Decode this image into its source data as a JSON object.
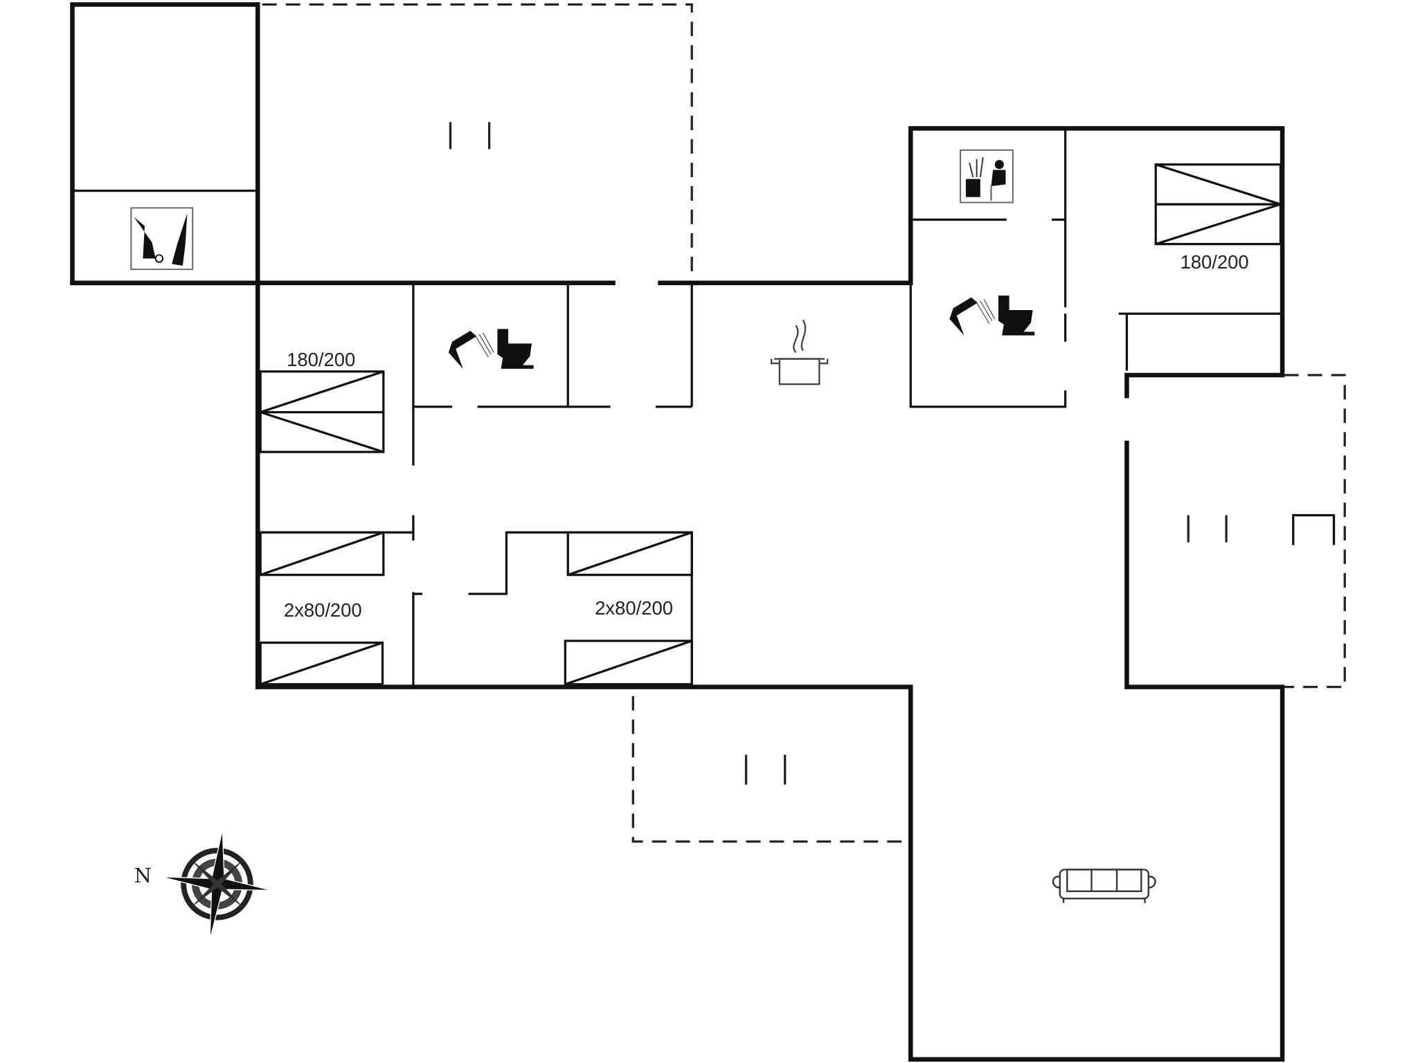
{
  "beds": {
    "left_double": "180/200",
    "right_double": "180/200",
    "left_twin": "2x80/200",
    "middle_twin": "2x80/200"
  },
  "compass": {
    "north_label": "N"
  },
  "icons": [
    "utility-icon",
    "bathroom-icon",
    "kitchen-pot-icon",
    "sauna-shower-icon",
    "sofa-icon",
    "compass-rose-icon",
    "bed-icon",
    "terrace-marker-icon",
    "fireplace-icon"
  ]
}
